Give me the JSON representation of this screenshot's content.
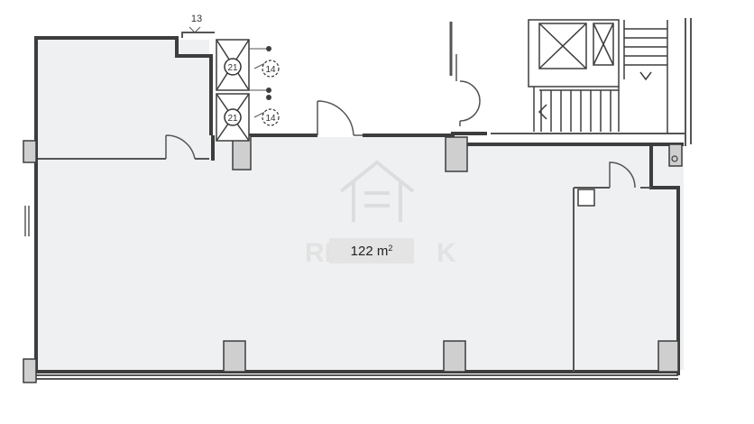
{
  "area": {
    "value": "122 m",
    "unit_sup": "2"
  },
  "tags": {
    "top_label": "13",
    "circle_a": "21",
    "circle_b": "21",
    "arrow_a": "14",
    "arrow_b": "14"
  },
  "watermark": {
    "text_left": "RE",
    "text_right": "K",
    "icon": "building-watermark-icon"
  },
  "colors": {
    "floor": "#eff0f1",
    "wall": "#3d3d3d",
    "line": "#555555"
  }
}
